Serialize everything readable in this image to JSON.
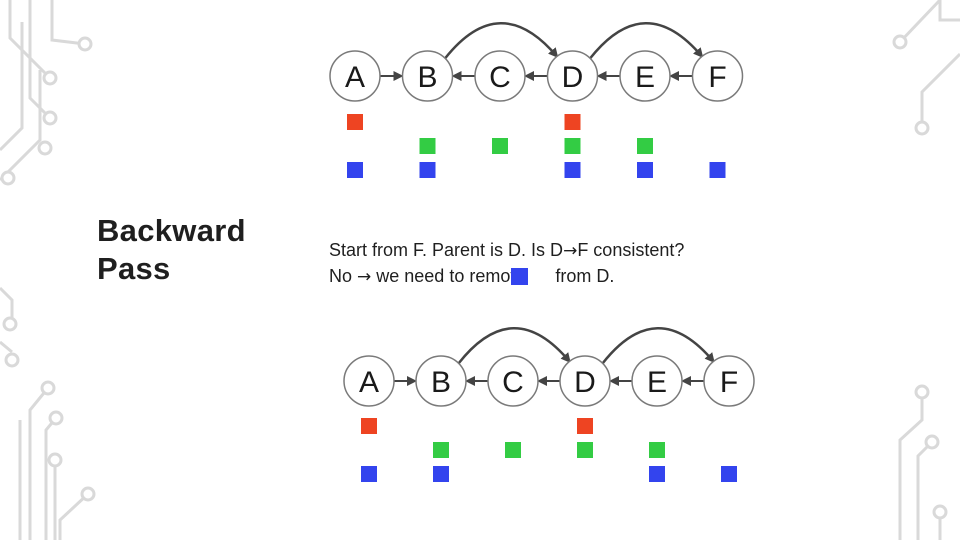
{
  "slide": {
    "title_line1": "Backward",
    "title_line2": "Pass",
    "sentence1": {
      "part1": "Start from F. Parent is D. Is D",
      "arrow": "→",
      "part2": "F consistent?"
    },
    "sentence2": {
      "part1": "No ",
      "arrow": "→",
      "part2": " we need to remov",
      "part3": "from D."
    }
  },
  "colors": {
    "red": "#ee4422",
    "green": "#33cc44",
    "blue": "#3344ee",
    "node_stroke": "#7a7a7a",
    "edge": "#444444",
    "decor": "#d9d9d9"
  },
  "diagrams": [
    {
      "nodes": [
        "A",
        "B",
        "C",
        "D",
        "E",
        "F"
      ],
      "domains": {
        "A": [
          "red",
          "blue"
        ],
        "B": [
          "green",
          "blue"
        ],
        "C": [
          "green"
        ],
        "D": [
          "red",
          "green",
          "blue"
        ],
        "E": [
          "green",
          "blue"
        ],
        "F": [
          "blue"
        ]
      }
    },
    {
      "nodes": [
        "A",
        "B",
        "C",
        "D",
        "E",
        "F"
      ],
      "domains": {
        "A": [
          "red",
          "blue"
        ],
        "B": [
          "green",
          "blue"
        ],
        "C": [
          "green"
        ],
        "D": [
          "red",
          "green"
        ],
        "E": [
          "green",
          "blue"
        ],
        "F": [
          "blue"
        ]
      }
    }
  ]
}
